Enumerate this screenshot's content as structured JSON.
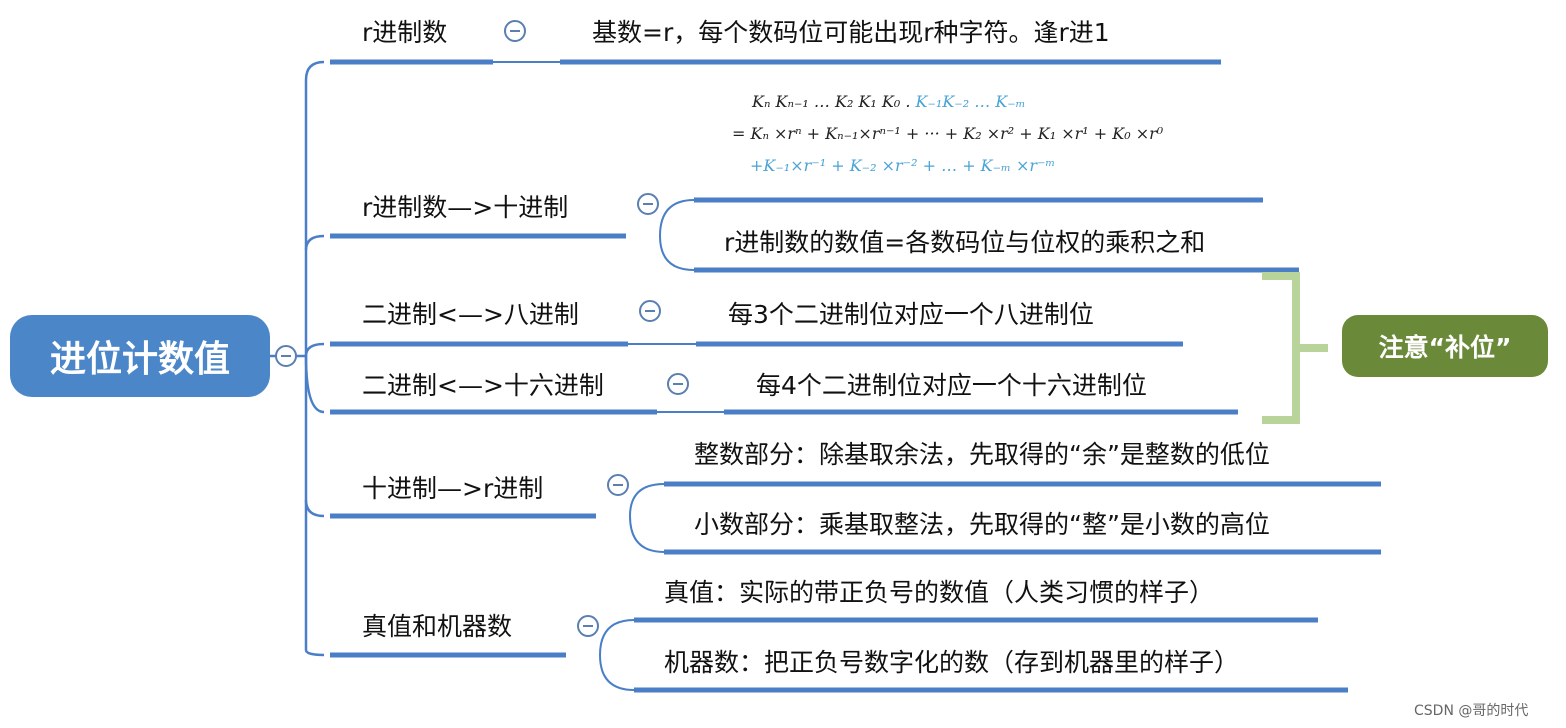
{
  "root": {
    "label": "进位计数值"
  },
  "branches": [
    {
      "label": "r进制数",
      "details": [
        "基数=r，每个数码位可能出现r种字符。逢r进1"
      ]
    },
    {
      "label": "r进制数—>十进制",
      "details": [
        "r进制数的数值=各数码位与位权的乘积之和"
      ]
    },
    {
      "label": "二进制<—>八进制",
      "details": [
        "每3个二进制位对应一个八进制位"
      ]
    },
    {
      "label": "二进制<—>十六进制",
      "details": [
        "每4个二进制位对应一个十六进制位"
      ]
    },
    {
      "label": "十进制—>r进制",
      "details": [
        "整数部分：除基取余法，先取得的“余”是整数的低位",
        "小数部分：乘基取整法，先取得的“整”是小数的高位"
      ]
    },
    {
      "label": "真值和机器数",
      "details": [
        "真值：实际的带正负号的数值（人类习惯的样子）",
        "机器数：把正负号数字化的数（存到机器里的样子）"
      ]
    }
  ],
  "formula": {
    "line1_black": "Kₙ Kₙ₋₁ … K₂ K₁ K₀ .",
    "line1_blue": "K₋₁K₋₂ … K₋ₘ",
    "line2": "= Kₙ ×rⁿ + Kₙ₋₁×rⁿ⁻¹ + ··· + K₂ ×r² + K₁ ×r¹ + K₀ ×r⁰",
    "line3": "+K₋₁×r⁻¹ + K₋₂ ×r⁻² + … + K₋ₘ ×r⁻ᵐ"
  },
  "note": {
    "label": "注意“补位”"
  },
  "watermark": "CSDN @哥的时代",
  "colors": {
    "root_bg": "#4b86c9",
    "line": "#4a7fc7",
    "bracket": "#b9d49a",
    "note_bg": "#6a8a3a",
    "formula_blue": "#4aa3d6"
  }
}
